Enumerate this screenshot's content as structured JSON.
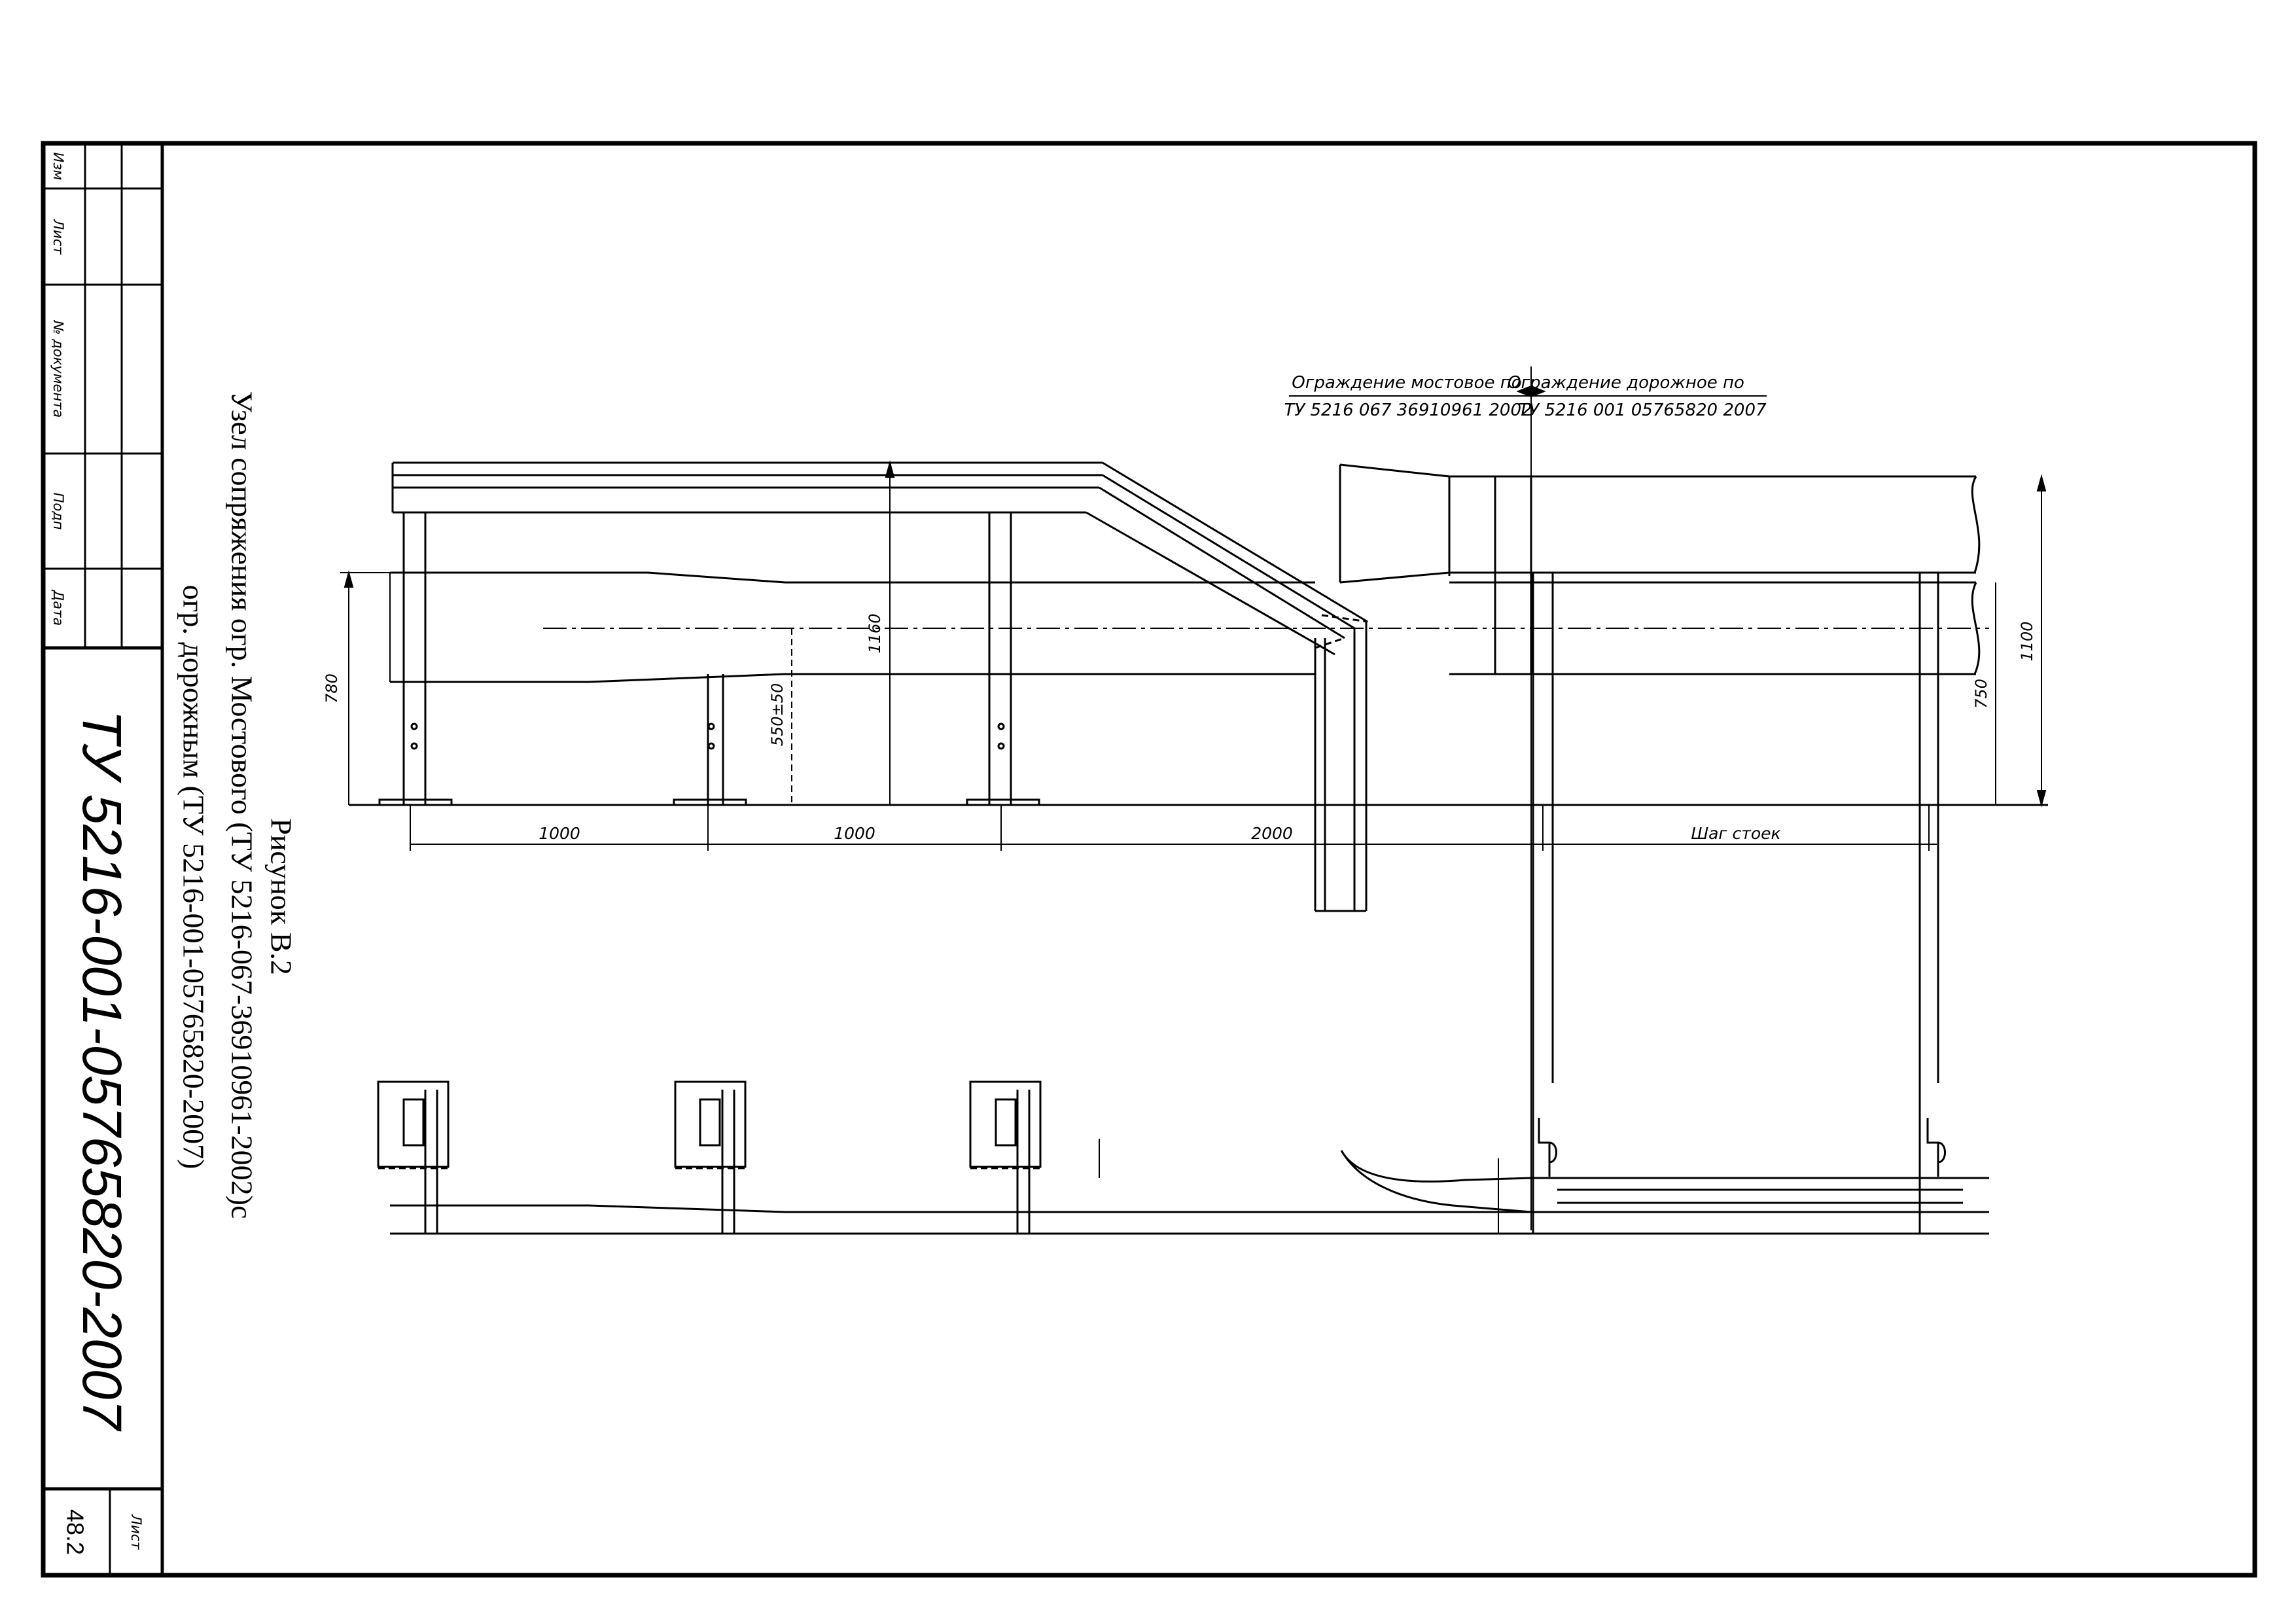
{
  "title_block": {
    "izm": "Изм",
    "list": "Лист",
    "doc_no": "№ документа",
    "podp": "Подп",
    "data": "Дата",
    "sheet_label": "Лист",
    "sheet_number": "48.2",
    "document_code": "ТУ 5216-001-05765820-2007"
  },
  "caption": {
    "figure": "Рисунок В.2",
    "line1": "Узел сопряжения огр. Мостового (ТУ 5216-067-36910961-2002)с",
    "line2": "огр. дорожным (ТУ 5216-001-05765820-2007)"
  },
  "notes": {
    "bridge_fence": "Ограждение мостовое по",
    "bridge_spec": "ТУ 5216 067 36910961 2002",
    "road_fence": "Ограждение дорожное по",
    "road_spec": "ТУ 5216 001 05765820 2007"
  },
  "dimensions": {
    "span_1": "1000",
    "span_2": "1000",
    "span_3": "2000",
    "post_spacing": "Шаг стоек",
    "height_780": "780",
    "height_1160": "1160",
    "height_550": "550±50",
    "height_750": "750",
    "height_1100": "1100"
  }
}
